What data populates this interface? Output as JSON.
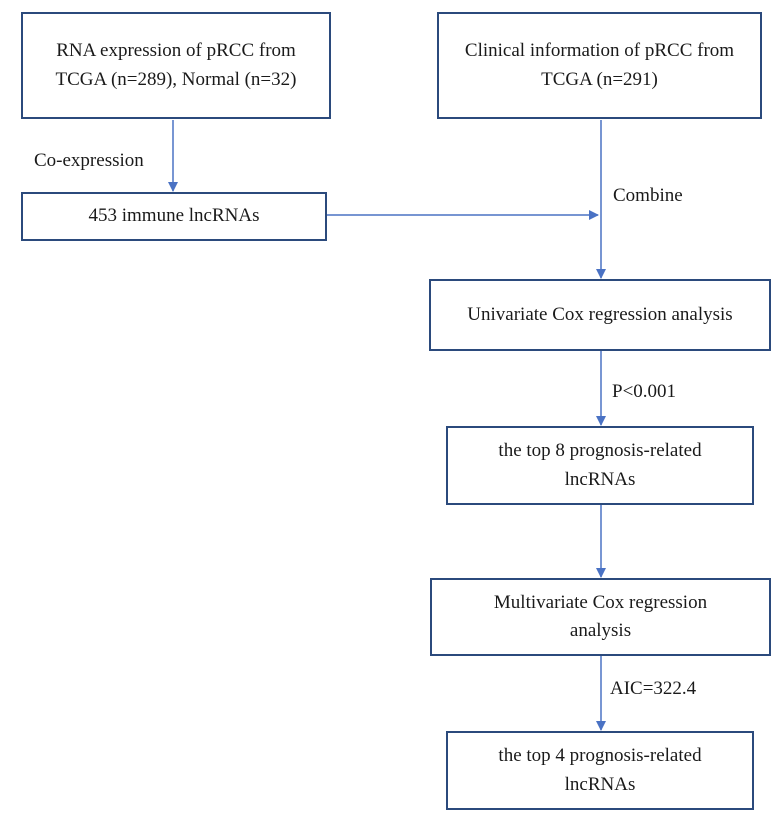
{
  "boxes": {
    "rna_expression": "RNA expression of pRCC from TCGA (n=289), Normal (n=32)",
    "immune_lncrnas": "453 immune lncRNAs",
    "clinical_info": "Clinical information of pRCC from TCGA (n=291)",
    "univariate": "Univariate Cox regression analysis",
    "top8": "the top 8 prognosis-related lncRNAs",
    "multivariate": "Multivariate Cox regression analysis",
    "top4": "the top 4 prognosis-related lncRNAs"
  },
  "edge_labels": {
    "coexpression": "Co-expression",
    "combine": "Combine",
    "p_threshold": "P<0.001",
    "aic": "AIC=322.4"
  },
  "colors": {
    "box_border": "#2b4a7c",
    "arrow": "#4a72c4"
  }
}
